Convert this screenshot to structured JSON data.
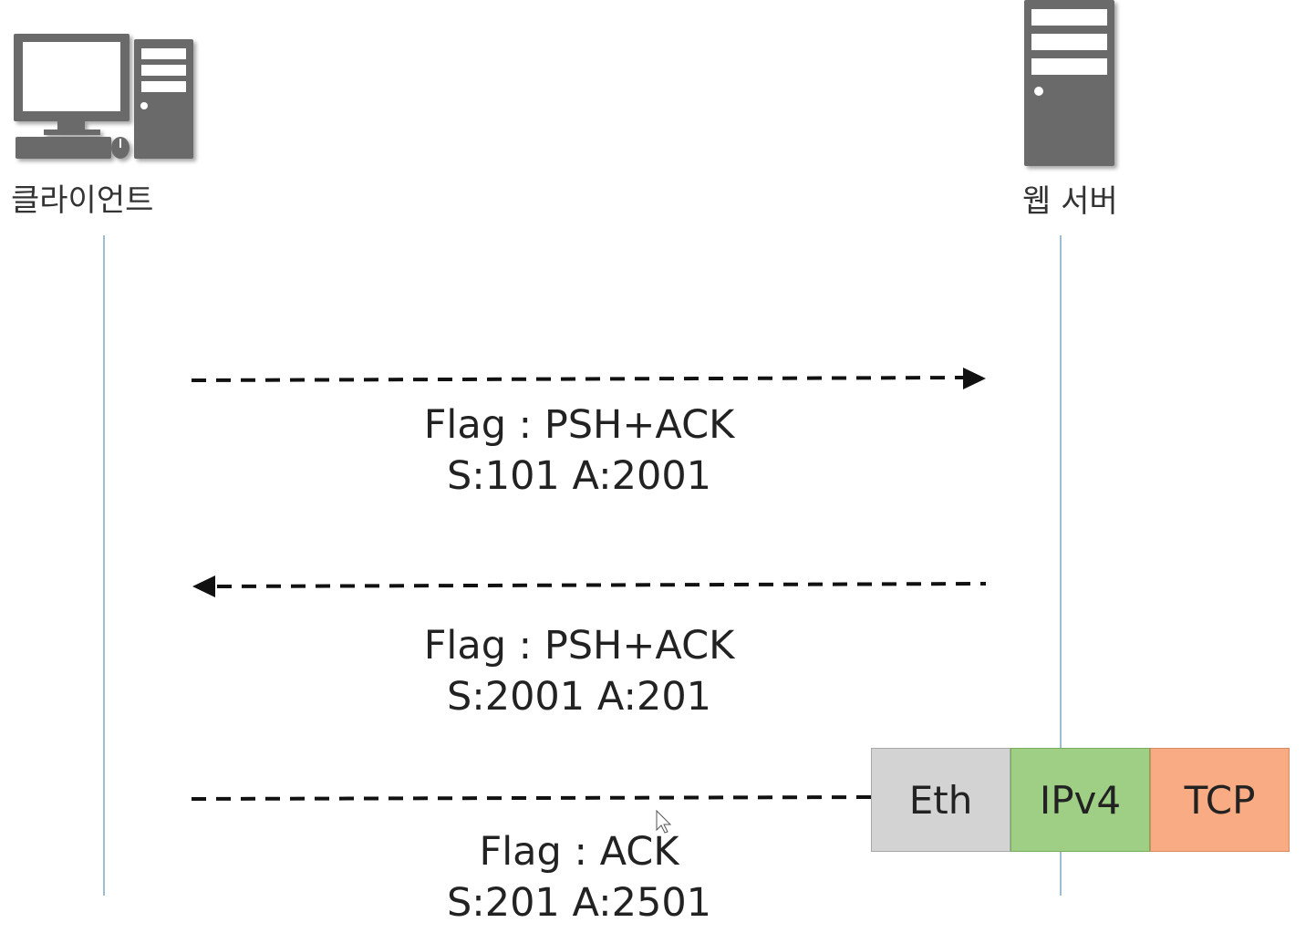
{
  "nodes": {
    "client": {
      "label": "클라이언트",
      "icon": "desktop-computer-icon"
    },
    "server": {
      "label": "웹 서버",
      "icon": "server-tower-icon"
    }
  },
  "messages": [
    {
      "direction": "client-to-server",
      "flag": "Flag : PSH+ACK",
      "seq_ack": "S:101 A:2001"
    },
    {
      "direction": "server-to-client",
      "flag": "Flag : PSH+ACK",
      "seq_ack": "S:2001 A:201"
    },
    {
      "direction": "client-to-server",
      "flag": "Flag : ACK",
      "seq_ack": "S:201 A:2501"
    }
  ],
  "packet": {
    "segments": [
      {
        "label": "Eth",
        "color": "#d3d3d3",
        "border": "#a8a8a8"
      },
      {
        "label": "IPv4",
        "color": "#9fce85",
        "border": "#79ad5e"
      },
      {
        "label": "TCP",
        "color": "#f9ab83",
        "border": "#d98a62"
      }
    ]
  },
  "colors": {
    "lifeline": "#7fa7c4",
    "icon": "#6b6b6b",
    "arrow": "#111111"
  }
}
